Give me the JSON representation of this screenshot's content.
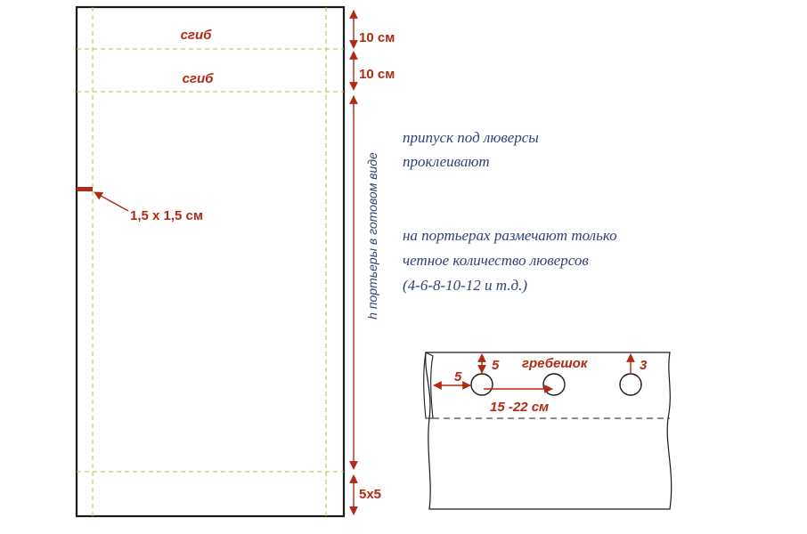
{
  "curtain_pattern": {
    "fold_label_top": "сгиб",
    "fold_label_second": "сгиб",
    "corner_label": "1,5 х 1,5 см",
    "height_label": "h портьеры в готовом виде",
    "dim_top": "10 см",
    "dim_second": "10 см",
    "dim_bottom": "5х5"
  },
  "notes": {
    "allowance_lines": [
      "припуск под люверсы",
      "проклеивают"
    ],
    "marking_lines": [
      "на портьерах размечают только",
      "четное количество люверсов",
      "(4-6-8-10-12 и т.д.)"
    ]
  },
  "grommet_detail": {
    "label_edge_offset": "5",
    "label_top_offset": "5",
    "label_comb": "гребешок",
    "label_gap_top": "3",
    "label_spacing": "15 -22 см"
  },
  "colors": {
    "dimension_red": "#b02a14",
    "note_blue": "#33407a",
    "fold_line_green": "#a8c84a",
    "outline": "#1a1a1a"
  }
}
